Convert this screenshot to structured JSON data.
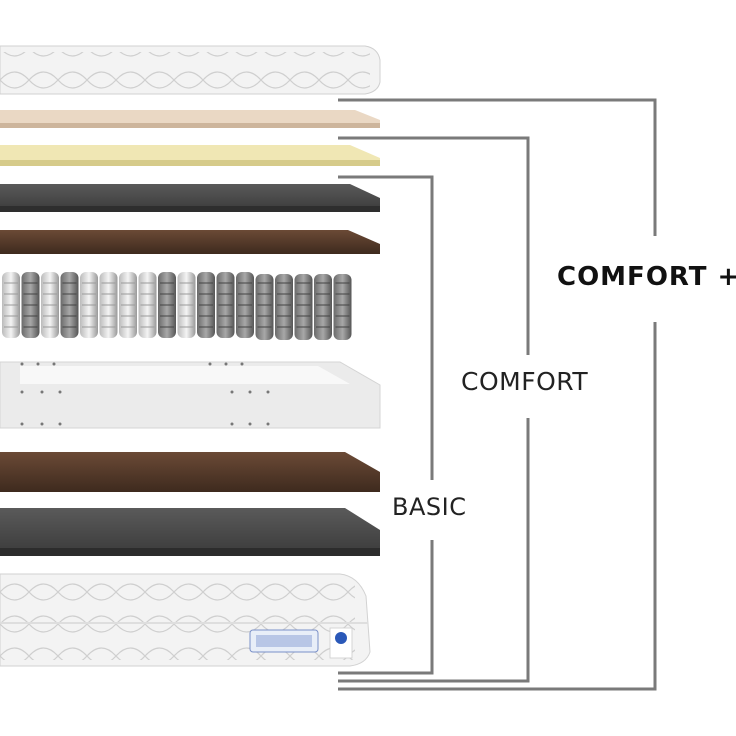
{
  "labels": {
    "comfort_plus": "COMFORT +",
    "comfort": "COMFORT",
    "basic": "BASIC"
  },
  "layers": [
    {
      "name": "top-quilted-cover",
      "material": "quilted-fabric",
      "color": "#f2f2f2"
    },
    {
      "name": "latex-layer",
      "material": "latex",
      "color": "#e9d6c2"
    },
    {
      "name": "memory-foam-layer",
      "material": "memory-foam",
      "color": "#efe6b2"
    },
    {
      "name": "dark-foam-layer-top",
      "material": "foam",
      "color": "#4f4f4f"
    },
    {
      "name": "coconut-fiber-layer-top",
      "material": "coconut-fiber",
      "color": "#5b4030"
    },
    {
      "name": "pocket-spring-core",
      "material": "pocket-springs",
      "color": "#8a8a8a"
    },
    {
      "name": "foam-frame",
      "material": "foam-frame",
      "color": "#e8e8e8"
    },
    {
      "name": "coconut-fiber-layer-bottom",
      "material": "coconut-fiber",
      "color": "#5b4030"
    },
    {
      "name": "dark-foam-layer-bottom",
      "material": "foam",
      "color": "#4f4f4f"
    },
    {
      "name": "bottom-quilted-cover",
      "material": "quilted-fabric",
      "color": "#f2f2f2"
    }
  ],
  "colors": {
    "bracket": "#7a7a7a",
    "label_text": "#222222"
  }
}
